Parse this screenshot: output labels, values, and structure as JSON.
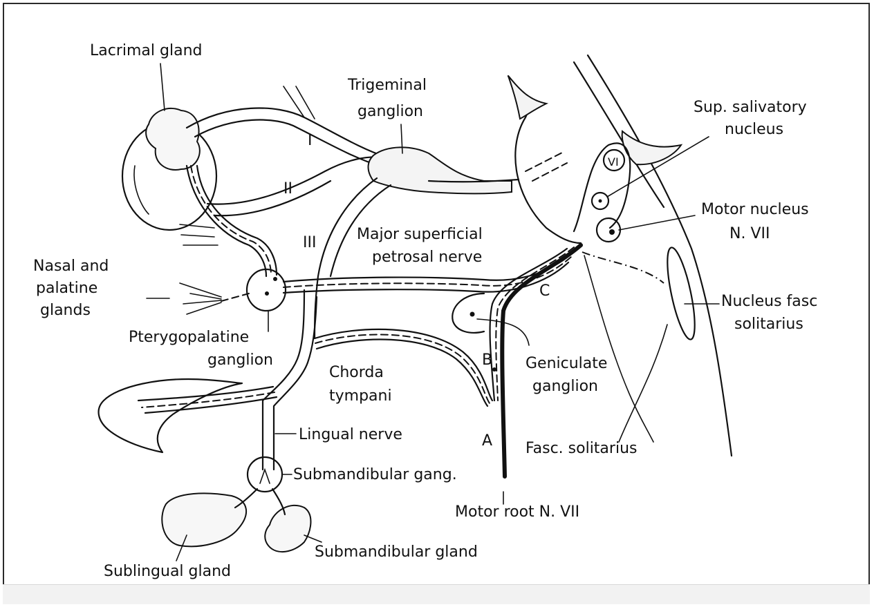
{
  "labels": {
    "lacrimal_gland": "Lacrimal gland",
    "trigeminal_ganglion_1": "Trigeminal",
    "trigeminal_ganglion_2": "ganglion",
    "roman_I": "I",
    "roman_II": "II",
    "roman_III": "III",
    "sup_salivatory_1": "Sup. salivatory",
    "sup_salivatory_2": "nucleus",
    "roman_VI": "VI",
    "motor_nucleus_1": "Motor nucleus",
    "motor_nucleus_2": "N. VII",
    "major_superficial_1": "Major superficial",
    "major_superficial_2": "petrosal nerve",
    "nasal_1": "Nasal and",
    "nasal_2": "palatine",
    "nasal_3": "glands",
    "pterygopalatine_1": "Pterygopalatine",
    "pterygopalatine_2": "ganglion",
    "letter_C": "C",
    "letter_B": "B",
    "letter_A": "A",
    "nucleus_fasc_1": "Nucleus fasc",
    "nucleus_fasc_2": "solitarius",
    "geniculate_1": "Geniculate",
    "geniculate_2": "ganglion",
    "chorda_1": "Chorda",
    "chorda_2": "tympani",
    "lingual_nerve": "Lingual nerve",
    "fasc_solitarius": "Fasc. solitarius",
    "submandibular_gang": "Submandibular gang.",
    "motor_root": "Motor root N. VII",
    "submandibular_gland": "Submandibular gland",
    "sublingual_gland": "Sublingual gland"
  }
}
